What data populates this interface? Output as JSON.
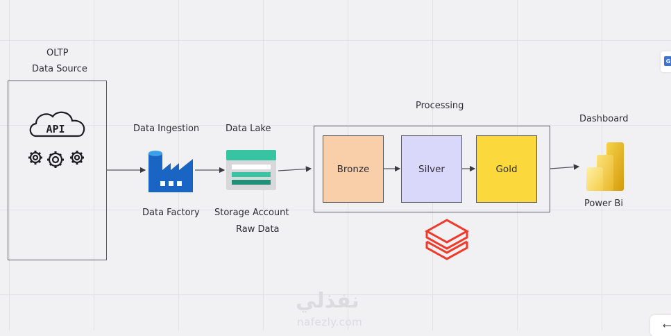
{
  "source": {
    "title_line1": "OLTP",
    "title_line2": "Data Source",
    "icon_text": "API"
  },
  "ingestion": {
    "title": "Data Ingestion",
    "caption": "Data Factory"
  },
  "lake": {
    "title": "Data Lake",
    "caption_line1": "Storage Account",
    "caption_line2": "Raw Data"
  },
  "processing": {
    "title": "Processing",
    "layers": [
      {
        "label": "Bronze",
        "color": "#f8cfa8"
      },
      {
        "label": "Silver",
        "color": "#d9d8fb"
      },
      {
        "label": "Gold",
        "color": "#fbd93c"
      }
    ]
  },
  "dashboard": {
    "title": "Dashboard",
    "caption": "Power Bi"
  },
  "watermark": {
    "arabic": "نفذلي",
    "latin": "nafezly.com"
  },
  "side_button": {
    "icon_text": "G"
  },
  "colors": {
    "databricks": "#ef3a2c",
    "azure_blue": "#1565c0",
    "storage_teal": "#2fbf9f"
  }
}
